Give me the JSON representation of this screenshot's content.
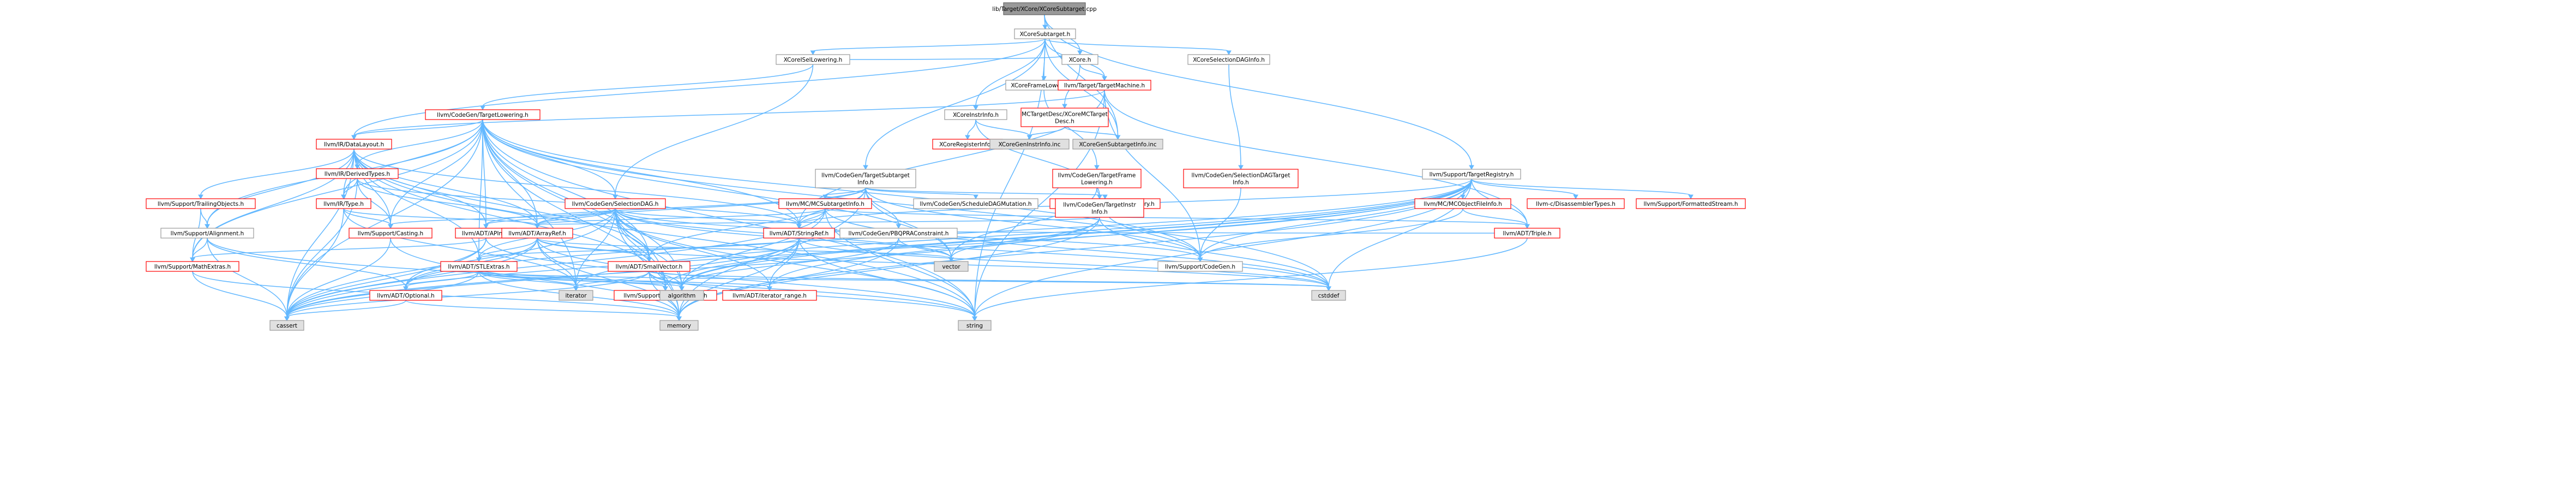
{
  "nodes": [
    {
      "id": "root",
      "label": "lib/Target/XCore/XCoreSubtarget.cpp",
      "style": "root"
    },
    {
      "id": "xcoresubtarget",
      "label": "XCoreSubtarget.h",
      "style": "gray"
    },
    {
      "id": "xcoreisel",
      "label": "XCoreISelLowering.h",
      "style": "gray"
    },
    {
      "id": "xcoreh",
      "label": "XCore.h",
      "style": "gray"
    },
    {
      "id": "xcoreframe",
      "label": "XCoreFrameLowering.h",
      "style": "gray"
    },
    {
      "id": "xcoreseldag",
      "label": "XCoreSelectionDAGInfo.h",
      "style": "gray"
    },
    {
      "id": "xcoreinstrinfo",
      "label": "XCoreInstrInfo.h",
      "style": "gray"
    },
    {
      "id": "mcdesc",
      "label": "MCTargetDesc/XCoreMCTarget\nDesc.h",
      "style": "red"
    },
    {
      "id": "targetmachine",
      "label": "llvm/Target/TargetMachine.h",
      "style": "red"
    },
    {
      "id": "genregisterinfo",
      "label": "XCoreRegisterInfo.h",
      "style": "red"
    },
    {
      "id": "geninstrinfo",
      "label": "XCoreGenInstrInfo.inc",
      "style": "fill"
    },
    {
      "id": "gensubtargetinfo",
      "label": "XCoreGenSubtargetInfo.inc",
      "style": "fill"
    },
    {
      "id": "targetlowering",
      "label": "llvm/CodeGen/TargetLowering.h",
      "style": "red"
    },
    {
      "id": "datalayout",
      "label": "llvm/IR/DataLayout.h",
      "style": "red"
    },
    {
      "id": "derivedtypes",
      "label": "llvm/IR/DerivedTypes.h",
      "style": "red"
    },
    {
      "id": "trailingobjects",
      "label": "llvm/Support/TrailingObjects.h",
      "style": "red"
    },
    {
      "id": "irtype",
      "label": "llvm/IR/Type.h",
      "style": "red"
    },
    {
      "id": "alignment",
      "label": "llvm/Support/Alignment.h",
      "style": "gray"
    },
    {
      "id": "mathextras",
      "label": "llvm/Support/MathExtras.h",
      "style": "red"
    },
    {
      "id": "casting",
      "label": "llvm/Support/Casting.h",
      "style": "red"
    },
    {
      "id": "selectiondag",
      "label": "llvm/CodeGen/SelectionDAG.h",
      "style": "red"
    },
    {
      "id": "apint",
      "label": "llvm/ADT/APInt.h",
      "style": "red"
    },
    {
      "id": "arrayref",
      "label": "llvm/ADT/ArrayRef.h",
      "style": "red"
    },
    {
      "id": "stlextras",
      "label": "llvm/ADT/STLExtras.h",
      "style": "red"
    },
    {
      "id": "optional",
      "label": "llvm/ADT/Optional.h",
      "style": "red"
    },
    {
      "id": "smallvector",
      "label": "llvm/ADT/SmallVector.h",
      "style": "red"
    },
    {
      "id": "stringref",
      "label": "llvm/ADT/StringRef.h",
      "style": "red"
    },
    {
      "id": "errorhandling",
      "label": "llvm/Support/ErrorHandling.h",
      "style": "red"
    },
    {
      "id": "iteratorrange",
      "label": "llvm/ADT/iterator_range.h",
      "style": "red"
    },
    {
      "id": "targetsubtarget",
      "label": "llvm/CodeGen/TargetSubtarget\nInfo.h",
      "style": "gray"
    },
    {
      "id": "mcsubtarget",
      "label": "llvm/MC/MCSubtargetInfo.h",
      "style": "red"
    },
    {
      "id": "pbqp",
      "label": "llvm/CodeGen/PBQPRAConstraint.h",
      "style": "gray"
    },
    {
      "id": "schedmutation",
      "label": "llvm/CodeGen/ScheduleDAGMutation.h",
      "style": "gray"
    },
    {
      "id": "schedregistry",
      "label": "llvm/CodeGen/SchedulerRegistry.h",
      "style": "red"
    },
    {
      "id": "targetframe",
      "label": "llvm/CodeGen/TargetFrame\nLowering.h",
      "style": "red"
    },
    {
      "id": "targetinstrinfo",
      "label": "llvm/CodeGen/TargetInstr\nInfo.h",
      "style": "red"
    },
    {
      "id": "seldagtargetinfo",
      "label": "llvm/CodeGen/SelectionDAGTarget\nInfo.h",
      "style": "red"
    },
    {
      "id": "codegen",
      "label": "llvm/Support/CodeGen.h",
      "style": "gray"
    },
    {
      "id": "targetregistry",
      "label": "llvm/Support/TargetRegistry.h",
      "style": "gray"
    },
    {
      "id": "mcobjectfileinfo",
      "label": "llvm/MC/MCObjectFileInfo.h",
      "style": "red"
    },
    {
      "id": "disassemblertypes",
      "label": "llvm-c/DisassemblerTypes.h",
      "style": "red"
    },
    {
      "id": "formattedstream",
      "label": "llvm/Support/FormattedStream.h",
      "style": "red"
    },
    {
      "id": "triple",
      "label": "llvm/ADT/Triple.h",
      "style": "red"
    },
    {
      "id": "vector",
      "label": "vector",
      "style": "fill"
    },
    {
      "id": "iterator",
      "label": "iterator",
      "style": "fill"
    },
    {
      "id": "algorithm",
      "label": "algorithm",
      "style": "fill"
    },
    {
      "id": "cstddef",
      "label": "cstddef",
      "style": "fill"
    },
    {
      "id": "cassert",
      "label": "cassert",
      "style": "fill"
    },
    {
      "id": "memory",
      "label": "memory",
      "style": "fill"
    },
    {
      "id": "string",
      "label": "string",
      "style": "fill"
    }
  ],
  "edges": [
    [
      "root",
      "xcoresubtarget"
    ],
    [
      "root",
      "xcoreh"
    ],
    [
      "root",
      "gensubtargetinfo"
    ],
    [
      "root",
      "targetregistry"
    ],
    [
      "xcoresubtarget",
      "xcoreisel"
    ],
    [
      "xcoresubtarget",
      "xcoreframe"
    ],
    [
      "xcoresubtarget",
      "xcoreseldag"
    ],
    [
      "xcoresubtarget",
      "xcoreinstrinfo"
    ],
    [
      "xcoresubtarget",
      "targetsubtarget"
    ],
    [
      "xcoresubtarget",
      "targetmachine"
    ],
    [
      "xcoresubtarget",
      "gensubtargetinfo"
    ],
    [
      "xcoresubtarget",
      "string"
    ],
    [
      "xcoresubtarget",
      "datalayout"
    ],
    [
      "xcoreisel",
      "xcoreh"
    ],
    [
      "xcoreisel",
      "targetlowering"
    ],
    [
      "xcoreisel",
      "selectiondag"
    ],
    [
      "xcoreh",
      "mcdesc"
    ],
    [
      "xcoreh",
      "targetmachine"
    ],
    [
      "xcoreframe",
      "targetmachine"
    ],
    [
      "xcoreframe",
      "targetframe"
    ],
    [
      "xcoreseldag",
      "seldagtargetinfo"
    ],
    [
      "xcoreinstrinfo",
      "genregisterinfo"
    ],
    [
      "xcoreinstrinfo",
      "geninstrinfo"
    ],
    [
      "xcoreinstrinfo",
      "targetinstrinfo"
    ],
    [
      "mcdesc",
      "gensubtargetinfo"
    ],
    [
      "mcdesc",
      "geninstrinfo"
    ],
    [
      "targetmachine",
      "datalayout"
    ],
    [
      "targetmachine",
      "stringref"
    ],
    [
      "targetmachine",
      "codegen"
    ],
    [
      "targetmachine",
      "triple"
    ],
    [
      "targetmachine",
      "string"
    ],
    [
      "targetlowering",
      "datalayout"
    ],
    [
      "targetlowering",
      "derivedtypes"
    ],
    [
      "targetlowering",
      "irtype"
    ],
    [
      "targetlowering",
      "selectiondag"
    ],
    [
      "targetlowering",
      "apint"
    ],
    [
      "targetlowering",
      "arrayref"
    ],
    [
      "targetlowering",
      "stlextras"
    ],
    [
      "targetlowering",
      "smallvector"
    ],
    [
      "targetlowering",
      "stringref"
    ],
    [
      "targetlowering",
      "casting"
    ],
    [
      "targetlowering",
      "alignment"
    ],
    [
      "targetlowering",
      "mathextras"
    ],
    [
      "targetlowering",
      "errorhandling"
    ],
    [
      "targetlowering",
      "vector"
    ],
    [
      "targetlowering",
      "algorithm"
    ],
    [
      "targetlowering",
      "cassert"
    ],
    [
      "targetlowering",
      "cstddef"
    ],
    [
      "targetlowering",
      "iterator"
    ],
    [
      "targetlowering",
      "memory"
    ],
    [
      "targetlowering",
      "string"
    ],
    [
      "targetlowering",
      "codegen"
    ],
    [
      "datalayout",
      "derivedtypes"
    ],
    [
      "datalayout",
      "irtype"
    ],
    [
      "datalayout",
      "trailingobjects"
    ],
    [
      "datalayout",
      "alignment"
    ],
    [
      "datalayout",
      "mathextras"
    ],
    [
      "datalayout",
      "apint"
    ],
    [
      "datalayout",
      "arrayref"
    ],
    [
      "datalayout",
      "stlextras"
    ],
    [
      "datalayout",
      "smallvector"
    ],
    [
      "datalayout",
      "stringref"
    ],
    [
      "datalayout",
      "casting"
    ],
    [
      "datalayout",
      "errorhandling"
    ],
    [
      "datalayout",
      "cassert"
    ],
    [
      "datalayout",
      "string"
    ],
    [
      "derivedtypes",
      "irtype"
    ],
    [
      "derivedtypes",
      "arrayref"
    ],
    [
      "derivedtypes",
      "stringref"
    ],
    [
      "derivedtypes",
      "casting"
    ],
    [
      "derivedtypes",
      "cassert"
    ],
    [
      "trailingobjects",
      "alignment"
    ],
    [
      "trailingobjects",
      "mathextras"
    ],
    [
      "irtype",
      "arrayref"
    ],
    [
      "irtype",
      "casting"
    ],
    [
      "irtype",
      "cassert"
    ],
    [
      "irtype",
      "iterator"
    ],
    [
      "alignment",
      "mathextras"
    ],
    [
      "alignment",
      "cassert"
    ],
    [
      "alignment",
      "optional"
    ],
    [
      "alignment",
      "string"
    ],
    [
      "mathextras",
      "cassert"
    ],
    [
      "mathextras",
      "memory"
    ],
    [
      "casting",
      "cassert"
    ],
    [
      "casting",
      "memory"
    ],
    [
      "selectiondag",
      "apint"
    ],
    [
      "selectiondag",
      "arrayref"
    ],
    [
      "selectiondag",
      "stlextras"
    ],
    [
      "selectiondag",
      "smallvector"
    ],
    [
      "selectiondag",
      "stringref"
    ],
    [
      "selectiondag",
      "iteratorrange"
    ],
    [
      "selectiondag",
      "casting"
    ],
    [
      "selectiondag",
      "errorhandling"
    ],
    [
      "selectiondag",
      "codegen"
    ],
    [
      "selectiondag",
      "vector"
    ],
    [
      "selectiondag",
      "algorithm"
    ],
    [
      "selectiondag",
      "cassert"
    ],
    [
      "selectiondag",
      "cstddef"
    ],
    [
      "selectiondag",
      "iterator"
    ],
    [
      "selectiondag",
      "memory"
    ],
    [
      "selectiondag",
      "string"
    ],
    [
      "apint",
      "mathextras"
    ],
    [
      "apint",
      "cassert"
    ],
    [
      "apint",
      "optional"
    ],
    [
      "apint",
      "string"
    ],
    [
      "arrayref",
      "stlextras"
    ],
    [
      "arrayref",
      "smallvector"
    ],
    [
      "arrayref",
      "optional"
    ],
    [
      "arrayref",
      "algorithm"
    ],
    [
      "arrayref",
      "cassert"
    ],
    [
      "arrayref",
      "cstddef"
    ],
    [
      "arrayref",
      "iterator"
    ],
    [
      "arrayref",
      "memory"
    ],
    [
      "arrayref",
      "vector"
    ],
    [
      "stlextras",
      "optional"
    ],
    [
      "stlextras",
      "iteratorrange"
    ],
    [
      "stlextras",
      "errorhandling"
    ],
    [
      "stlextras",
      "algorithm"
    ],
    [
      "stlextras",
      "cassert"
    ],
    [
      "stlextras",
      "cstddef"
    ],
    [
      "stlextras",
      "iterator"
    ],
    [
      "stlextras",
      "memory"
    ],
    [
      "optional",
      "cassert"
    ],
    [
      "optional",
      "memory"
    ],
    [
      "smallvector",
      "errorhandling"
    ],
    [
      "smallvector",
      "algorithm"
    ],
    [
      "smallvector",
      "cassert"
    ],
    [
      "smallvector",
      "cstddef"
    ],
    [
      "smallvector",
      "iterator"
    ],
    [
      "smallvector",
      "memory"
    ],
    [
      "smallvector",
      "string"
    ],
    [
      "stringref",
      "stlextras"
    ],
    [
      "stringref",
      "iteratorrange"
    ],
    [
      "stringref",
      "algorithm"
    ],
    [
      "stringref",
      "cassert"
    ],
    [
      "stringref",
      "cstddef"
    ],
    [
      "stringref",
      "string"
    ],
    [
      "stringref",
      "memory"
    ],
    [
      "targetsubtarget",
      "arrayref"
    ],
    [
      "targetsubtarget",
      "smallvector"
    ],
    [
      "targetsubtarget",
      "stringref"
    ],
    [
      "targetsubtarget",
      "pbqp"
    ],
    [
      "targetsubtarget",
      "schedmutation"
    ],
    [
      "targetsubtarget",
      "schedregistry"
    ],
    [
      "targetsubtarget",
      "mcsubtarget"
    ],
    [
      "targetsubtarget",
      "codegen"
    ],
    [
      "targetsubtarget",
      "memory"
    ],
    [
      "targetsubtarget",
      "vector"
    ],
    [
      "targetsubtarget",
      "apint"
    ],
    [
      "mcsubtarget",
      "arrayref"
    ],
    [
      "mcsubtarget",
      "stringref"
    ],
    [
      "mcsubtarget",
      "triple"
    ],
    [
      "mcsubtarget",
      "algorithm"
    ],
    [
      "mcsubtarget",
      "cassert"
    ],
    [
      "mcsubtarget",
      "cstddef"
    ],
    [
      "mcsubtarget",
      "string"
    ],
    [
      "pbqp",
      "algorithm"
    ],
    [
      "pbqp",
      "memory"
    ],
    [
      "pbqp",
      "vector"
    ],
    [
      "schedregistry",
      "codegen"
    ],
    [
      "targetframe",
      "targetinstrinfo"
    ],
    [
      "targetframe",
      "vector"
    ],
    [
      "targetinstrinfo",
      "arrayref"
    ],
    [
      "targetinstrinfo",
      "cassert"
    ],
    [
      "targetinstrinfo",
      "cstddef"
    ],
    [
      "targetinstrinfo",
      "memory"
    ],
    [
      "targetinstrinfo",
      "vector"
    ],
    [
      "seldagtargetinfo",
      "codegen"
    ],
    [
      "targetregistry",
      "mcobjectfileinfo"
    ],
    [
      "targetregistry",
      "disassemblertypes"
    ],
    [
      "targetregistry",
      "formattedstream"
    ],
    [
      "targetregistry",
      "triple"
    ],
    [
      "targetregistry",
      "codegen"
    ],
    [
      "targetregistry",
      "stringref"
    ],
    [
      "targetregistry",
      "errorhandling"
    ],
    [
      "targetregistry",
      "iteratorrange"
    ],
    [
      "targetregistry",
      "algorithm"
    ],
    [
      "targetregistry",
      "cassert"
    ],
    [
      "targetregistry",
      "cstddef"
    ],
    [
      "targetregistry",
      "iterator"
    ],
    [
      "targetregistry",
      "memory"
    ],
    [
      "targetregistry",
      "string"
    ],
    [
      "targetregistry",
      "optional"
    ],
    [
      "mcobjectfileinfo",
      "triple"
    ],
    [
      "mcobjectfileinfo",
      "codegen"
    ],
    [
      "triple",
      "stringref"
    ],
    [
      "triple",
      "string"
    ]
  ],
  "colors": {
    "edge": "#63b8ff",
    "red_border": "#ff0000",
    "gray_border": "#999999",
    "root_fill": "#999999",
    "leaf_fill": "#e0e0e0"
  }
}
